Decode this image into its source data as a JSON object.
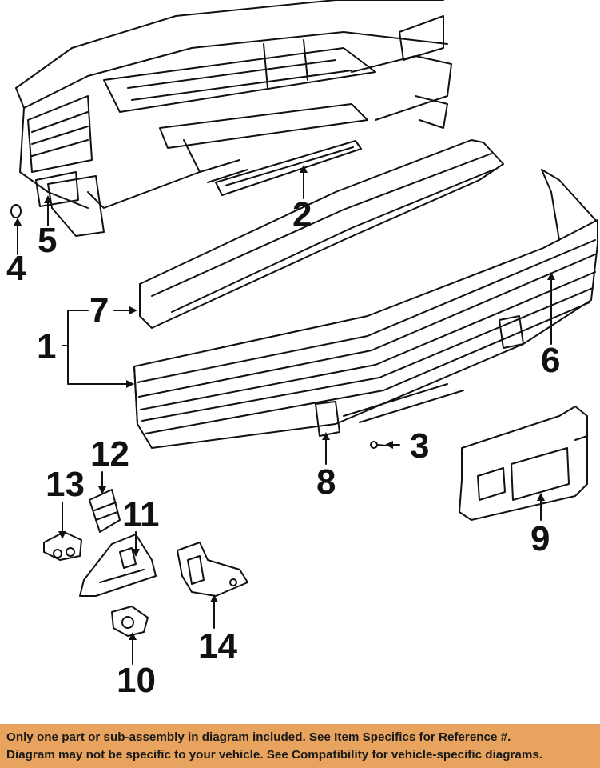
{
  "callouts": {
    "c1": "1",
    "c2": "2",
    "c3": "3",
    "c4": "4",
    "c5": "5",
    "c6": "6",
    "c7": "7",
    "c8": "8",
    "c9": "9",
    "c10": "10",
    "c11": "11",
    "c12": "12",
    "c13": "13",
    "c14": "14"
  },
  "footer": {
    "line1": "Only one part or sub-assembly in diagram included. See Item Specifics for Reference #.",
    "line2": "Diagram may not be specific to your vehicle. See Compatibility for vehicle-specific diagrams.",
    "background_color": "#e8a35f"
  }
}
